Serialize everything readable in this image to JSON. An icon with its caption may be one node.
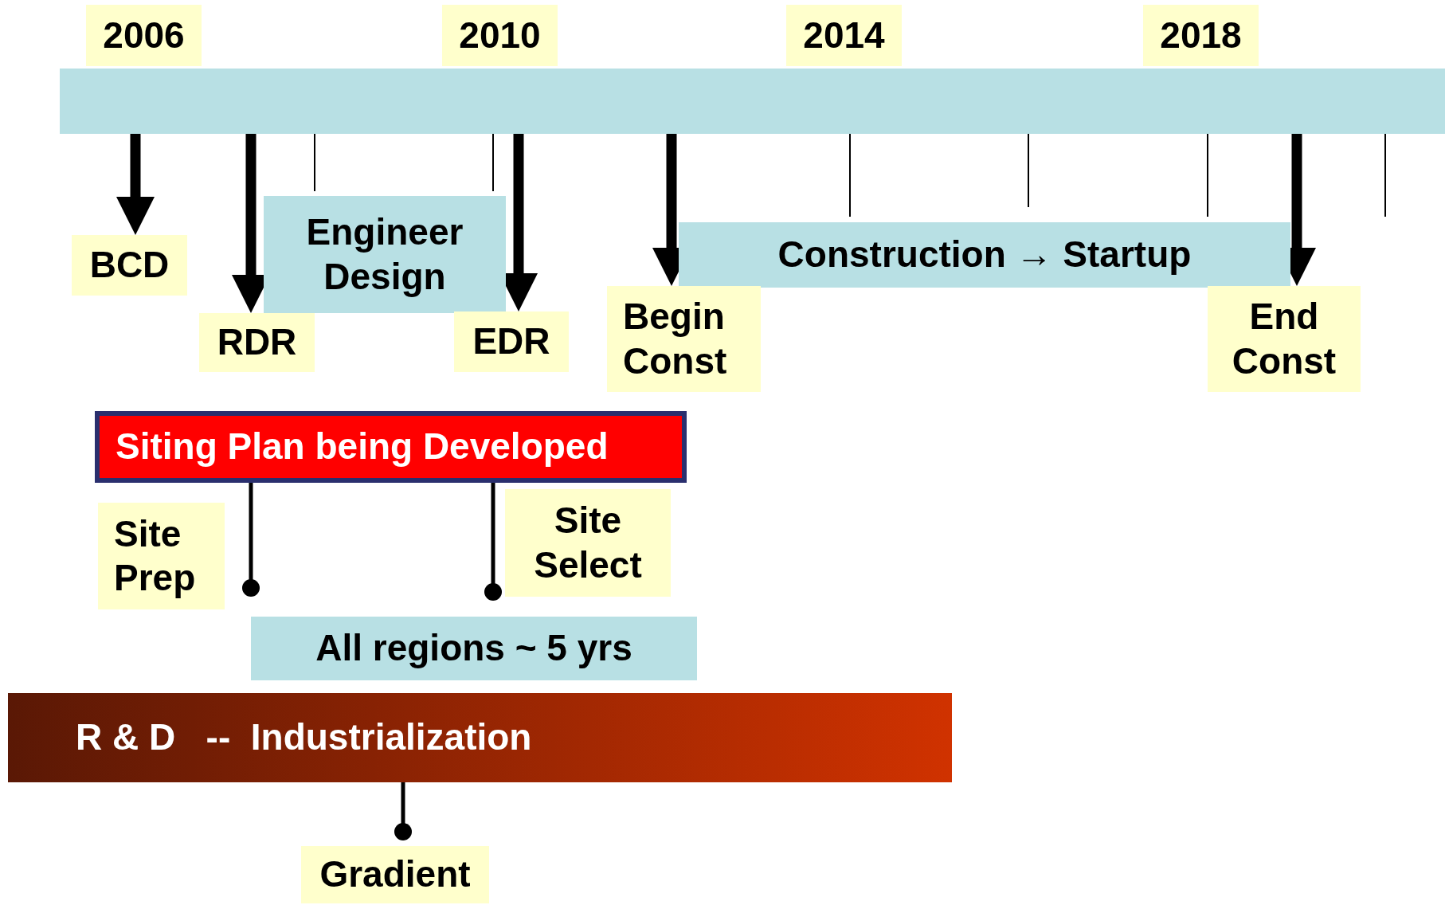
{
  "diagram": {
    "nodes": [
      {
        "text": [
          "2006"
        ]
      },
      {
        "text": [
          "2010"
        ]
      },
      {
        "text": [
          "2014"
        ]
      },
      {
        "text": [
          "2018"
        ]
      },
      {
        "text": [],
        "shape": "bar"
      },
      {
        "text": [
          "BCD"
        ]
      },
      {
        "text": [
          "RDR"
        ]
      },
      {
        "text": [
          "Engineer Design"
        ]
      },
      {
        "text": [
          "EDR"
        ]
      },
      {
        "text": [
          "Construction → Startup"
        ]
      },
      {
        "text": [
          "Begin Const"
        ]
      },
      {
        "text": [
          "End Const"
        ]
      },
      {
        "text": [
          "Siting Plan being Developed"
        ]
      },
      {
        "text": [
          "Site Prep"
        ]
      },
      {
        "text": [
          "Site Select"
        ]
      },
      {
        "text": [
          "All regions ~ 5 yrs"
        ]
      },
      {
        "text": [
          "R & D   --  Industrialization"
        ]
      },
      {
        "text": [
          "Gradient"
        ]
      }
    ],
    "edges": [
      {
        "from": 4,
        "to": 5,
        "arrow": "to"
      },
      {
        "from": 4,
        "to": 6,
        "arrow": "to"
      },
      {
        "from": 4,
        "to": 8,
        "arrow": "to"
      },
      {
        "from": 4,
        "to": 10,
        "arrow": "to"
      },
      {
        "from": 4,
        "to": 11,
        "arrow": "to"
      },
      {
        "from": 12,
        "to": 13,
        "arrow": "other"
      },
      {
        "from": 12,
        "to": 14,
        "arrow": "other"
      },
      {
        "from": 16,
        "to": 17,
        "arrow": "other"
      }
    ]
  }
}
